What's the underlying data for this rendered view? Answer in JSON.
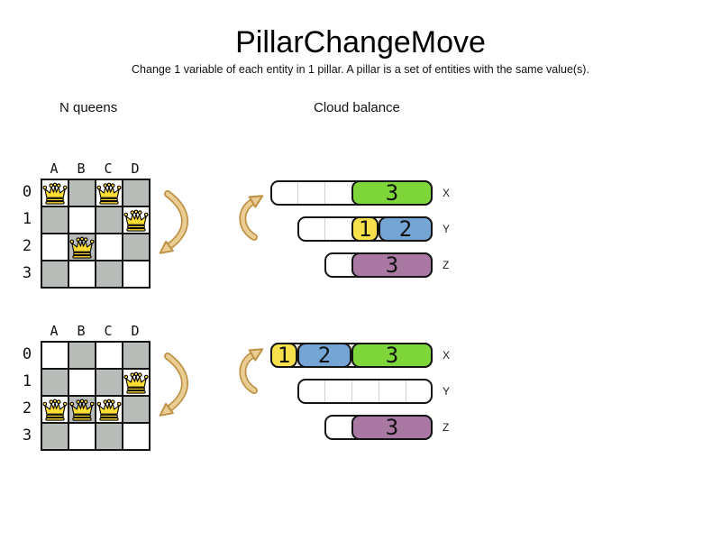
{
  "title": "PillarChangeMove",
  "subtitle": "Change 1 variable of each entity in 1 pillar. A pillar is a set of entities with the same value(s).",
  "sections": {
    "left_label": "N queens",
    "right_label": "Cloud balance"
  },
  "colors": {
    "process_green": "#7ed63a",
    "process_yellow": "#f6e04b",
    "process_blue": "#75a5d4",
    "process_purple": "#a979a4",
    "board_dark_square": "#b9bdb9",
    "queen_gold": "#ffdd33",
    "arrow_light": "#e9cd92",
    "arrow_dark": "#bd9245"
  },
  "boards": [
    {
      "id": "before",
      "columns": [
        "A",
        "B",
        "C",
        "D"
      ],
      "rows": [
        "0",
        "1",
        "2",
        "3"
      ],
      "queens": [
        "A0",
        "C0",
        "D1",
        "B2"
      ]
    },
    {
      "id": "after",
      "columns": [
        "A",
        "B",
        "C",
        "D"
      ],
      "rows": [
        "0",
        "1",
        "2",
        "3"
      ],
      "queens": [
        "D1",
        "A2",
        "B2",
        "C2"
      ]
    }
  ],
  "cloud_states": [
    {
      "id": "before",
      "computers": [
        {
          "label": "X",
          "capacity": 6,
          "blocks": [
            {
              "value": "3",
              "size": 3,
              "color": "process_green"
            }
          ]
        },
        {
          "label": "Y",
          "capacity": 5,
          "blocks": [
            {
              "value": "1",
              "size": 1,
              "color": "process_yellow"
            },
            {
              "value": "2",
              "size": 2,
              "color": "process_blue"
            }
          ]
        },
        {
          "label": "Z",
          "capacity": 4,
          "blocks": [
            {
              "value": "3",
              "size": 3,
              "color": "process_purple"
            }
          ]
        }
      ]
    },
    {
      "id": "after",
      "computers": [
        {
          "label": "X",
          "capacity": 6,
          "blocks": [
            {
              "value": "1",
              "size": 1,
              "color": "process_yellow"
            },
            {
              "value": "2",
              "size": 2,
              "color": "process_blue"
            },
            {
              "value": "3",
              "size": 3,
              "color": "process_green"
            }
          ]
        },
        {
          "label": "Y",
          "capacity": 5,
          "blocks": []
        },
        {
          "label": "Z",
          "capacity": 4,
          "blocks": [
            {
              "value": "3",
              "size": 3,
              "color": "process_purple"
            }
          ]
        }
      ]
    }
  ]
}
